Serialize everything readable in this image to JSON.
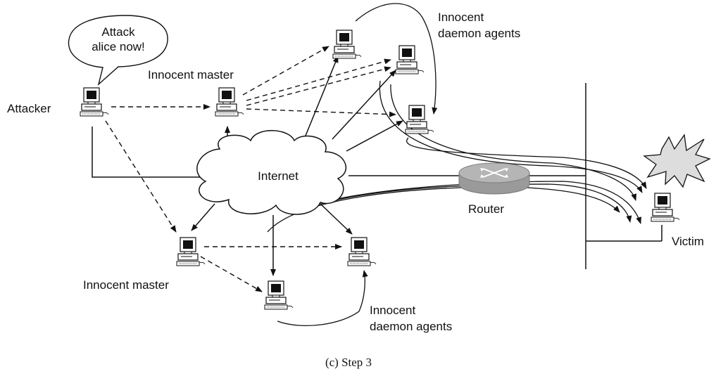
{
  "labels": {
    "speech": [
      "Attack",
      "alice now!"
    ],
    "attacker": "Attacker",
    "master_top": "Innocent master",
    "master_bottom": "Innocent master",
    "daemon_top": [
      "Innocent",
      "daemon agents"
    ],
    "daemon_bottom": [
      "Innocent",
      "daemon agents"
    ],
    "internet": "Internet",
    "router": "Router",
    "victim": "Victim",
    "caption": "(c) Step 3"
  },
  "icons": {
    "computer": "desktop-computer-icon",
    "cloud": "internet-cloud-icon",
    "router": "router-icon",
    "explosion": "explosion-icon",
    "speech": "speech-bubble"
  },
  "colors": {
    "ink": "#111111",
    "cloud_fill": "#ffffff",
    "router_fill": "#aaaaaa",
    "explosion_fill": "#dddddd"
  }
}
